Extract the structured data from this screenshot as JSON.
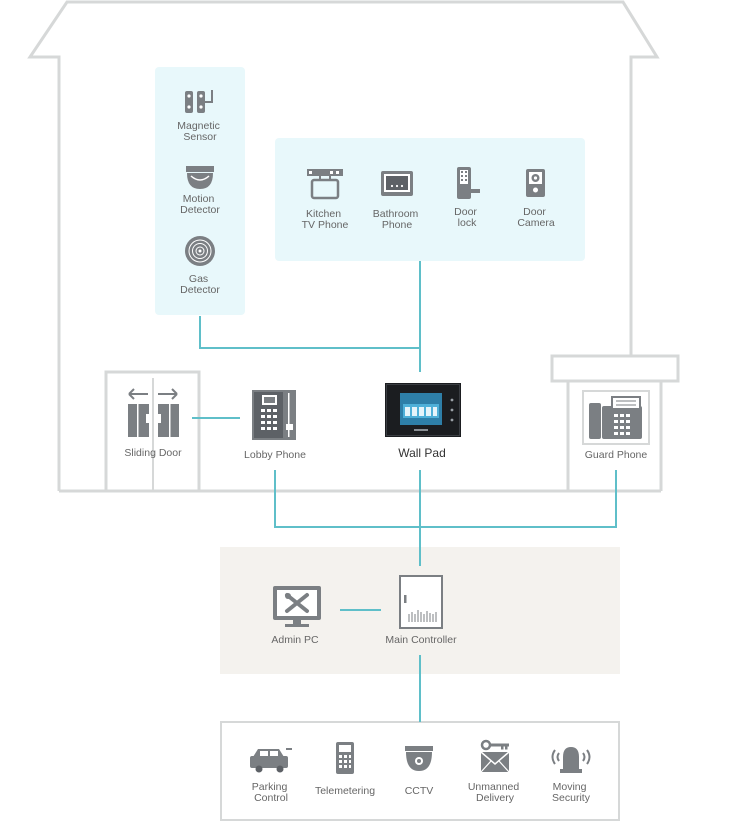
{
  "house": {
    "sensors": {
      "magnetic_sensor": [
        "Magnetic",
        "Sensor"
      ],
      "motion_detector": [
        "Motion",
        "Detector"
      ],
      "gas_detector": [
        "Gas",
        "Detector"
      ]
    },
    "devices": {
      "kitchen_tv_phone": [
        "Kitchen",
        "TV Phone"
      ],
      "bathroom_phone": [
        "Bathroom",
        "Phone"
      ],
      "door_lock": [
        "Door",
        "lock"
      ],
      "door_camera": [
        "Door",
        "Camera"
      ]
    },
    "sliding_door": "Sliding Door",
    "lobby_phone": "Lobby Phone",
    "wall_pad": "Wall Pad",
    "guard_phone": "Guard Phone"
  },
  "control_room": {
    "admin_pc": "Admin PC",
    "main_controller": "Main Controller"
  },
  "services": {
    "parking_control": [
      "Parking",
      "Control"
    ],
    "telemetering": "Telemetering",
    "cctv": "CCTV",
    "unmanned_delivery": [
      "Unmanned",
      "Delivery"
    ],
    "moving_security": [
      "Moving",
      "Security"
    ]
  },
  "colors": {
    "wire": "#5fbfc9",
    "panel_light_blue": "#e8f8fb",
    "control_room_beige": "#f4f2ee",
    "wall_gray": "#d6d8d8",
    "icon_gray": "#7b7f83"
  }
}
